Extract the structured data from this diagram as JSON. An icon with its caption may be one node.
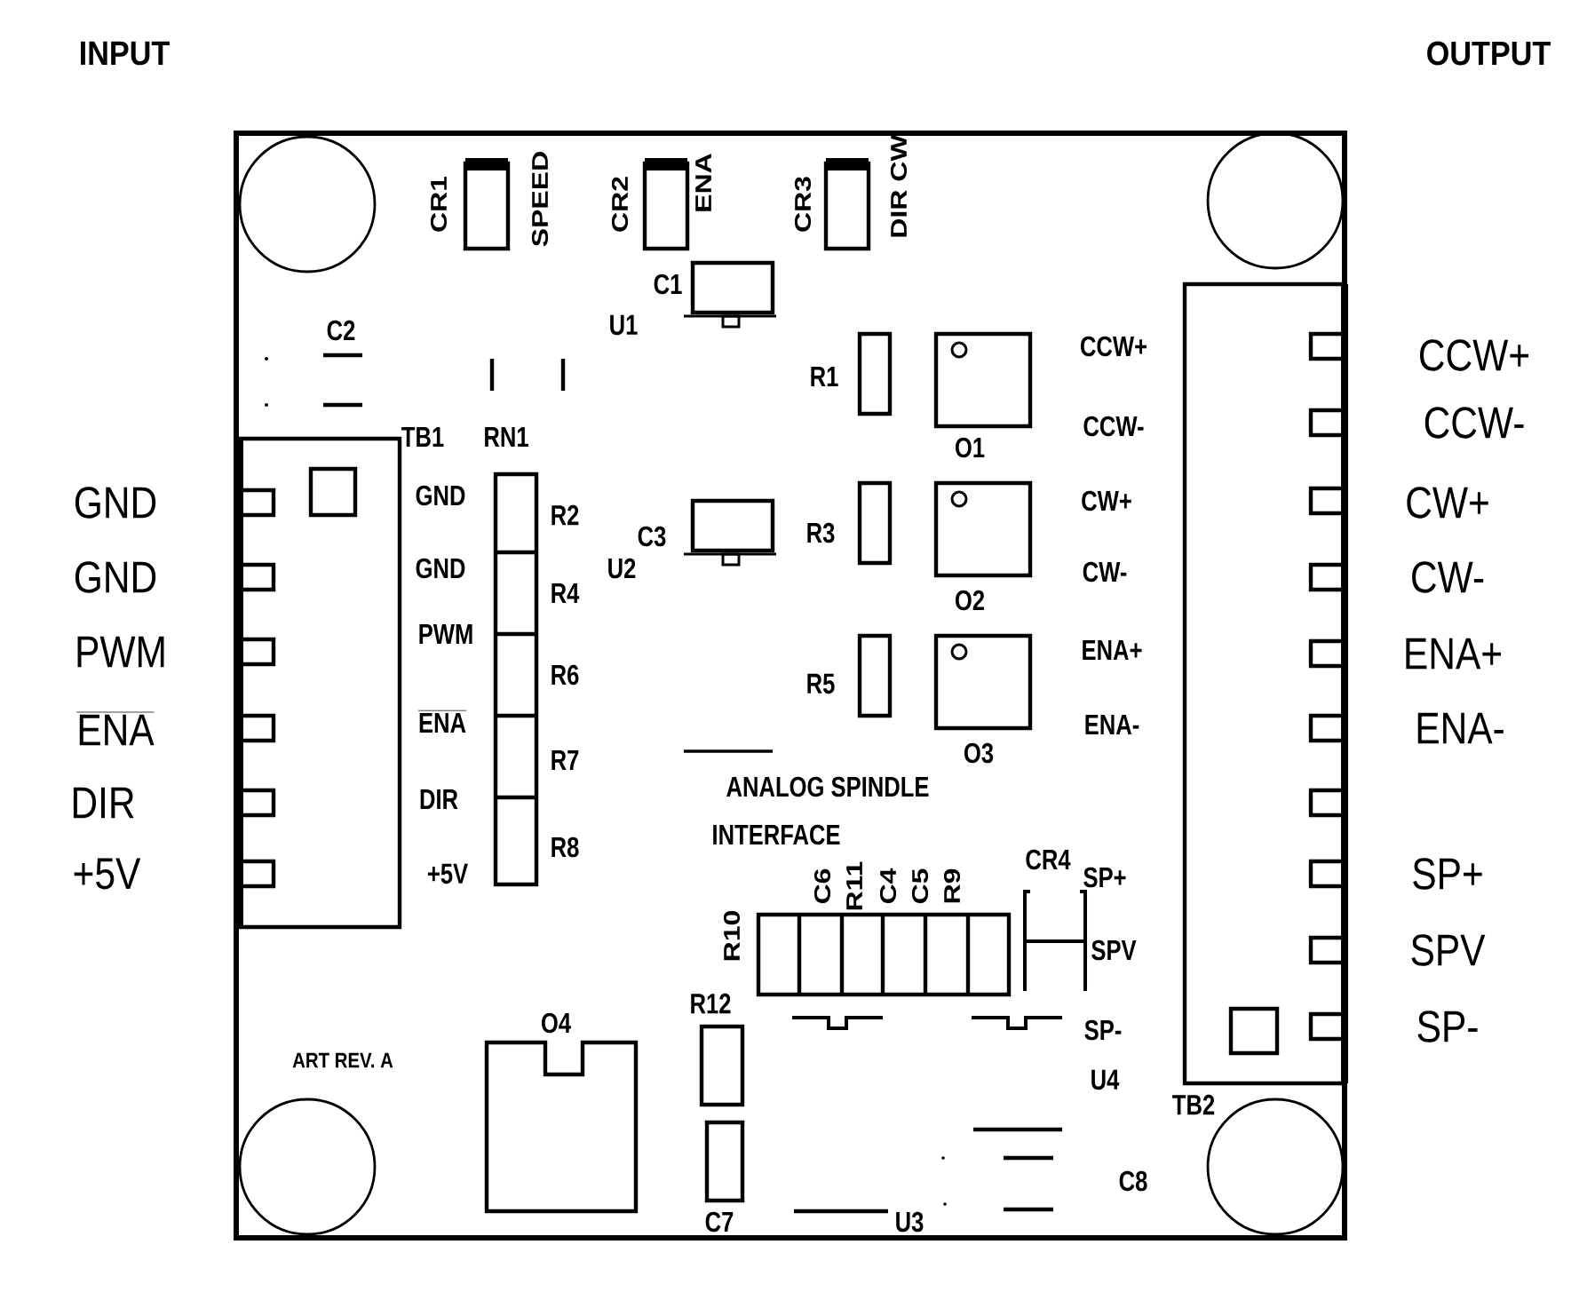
{
  "diagram": {
    "labels": [
      "INPUT",
      "OUTPUT",
      "CR1",
      "SPEED",
      "CR2",
      "ENA",
      "CR3",
      "DIR CW",
      "C1",
      "C2",
      "U1",
      "R1",
      "CCW+",
      "CCW+",
      "O1",
      "TB1",
      "RN1",
      "CCW-",
      "CCW-",
      "GND",
      "GND",
      "R2",
      "CW+",
      "CW+",
      "C3",
      "U2",
      "R3",
      "O2",
      "GND",
      "GND",
      "R4",
      "CW-",
      "CW-",
      "PWM",
      "PWM",
      "R6",
      "R5",
      "ENA+",
      "ENA+",
      "ENA",
      "ENA",
      "R7",
      "O3",
      "ENA-",
      "ENA-",
      "DIR",
      "DIR",
      "R8",
      "ANALOG SPINDLE",
      "INTERFACE",
      "+5V",
      "+5V",
      "C6",
      "R11",
      "C4",
      "C5",
      "R9",
      "CR4",
      "SP+",
      "SP+",
      "R10",
      "SPV",
      "SPV",
      "O4",
      "R12",
      "SP-",
      "SP-",
      "ART REV. A",
      "U4",
      "TB2",
      "C8",
      "C7",
      "U3"
    ]
  }
}
